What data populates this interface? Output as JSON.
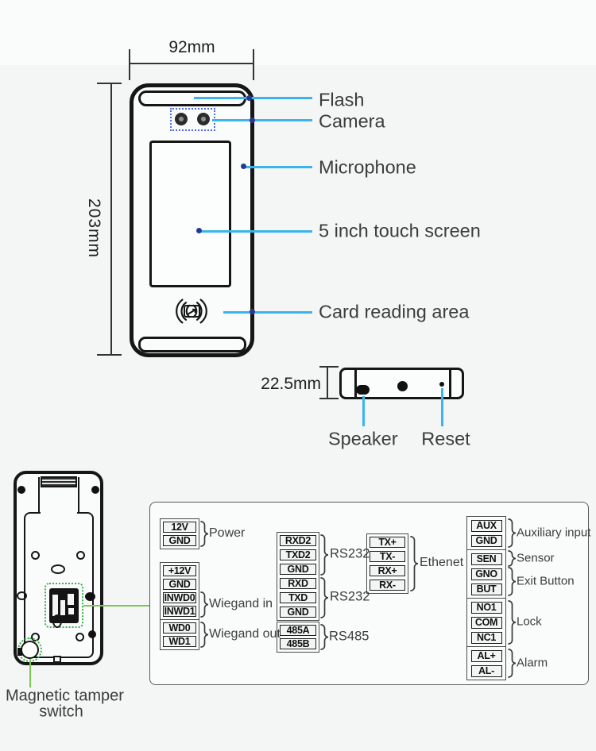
{
  "front_view": {
    "width_dim": "92mm",
    "height_dim": "203mm",
    "callouts": [
      "Flash",
      "Camera",
      "Microphone",
      "5 inch touch screen",
      "Card reading area"
    ]
  },
  "bottom_view": {
    "height_dim": "22.5mm",
    "callouts": [
      "Speaker",
      "Reset"
    ]
  },
  "back_view": {
    "callout_line1": "Magnetic tamper",
    "callout_line2": "switch"
  },
  "wiring_panel": {
    "stacks": [
      {
        "name": "power",
        "terminals": [
          "12V",
          "GND"
        ]
      },
      {
        "name": "wiegand-in",
        "terminals": [
          "+12V",
          "GND",
          "INWD0",
          "INWD1"
        ]
      },
      {
        "name": "wiegand-out",
        "terminals": [
          "WD0",
          "WD1"
        ]
      },
      {
        "name": "serial",
        "terminals": [
          "RXD2",
          "TXD2",
          "GND",
          "RXD",
          "TXD",
          "GND"
        ]
      },
      {
        "name": "rs485",
        "terminals": [
          "485A",
          "485B"
        ]
      },
      {
        "name": "ethernet",
        "terminals": [
          "TX+",
          "TX-",
          "RX+",
          "RX-"
        ]
      },
      {
        "name": "aux-input",
        "terminals": [
          "AUX",
          "GND"
        ]
      },
      {
        "name": "sensor-exit",
        "terminals": [
          "SEN",
          "GNO",
          "BUT"
        ]
      },
      {
        "name": "lock",
        "terminals": [
          "NO1",
          "COM",
          "NC1"
        ]
      },
      {
        "name": "alarm",
        "terminals": [
          "AL+",
          "AL-"
        ]
      }
    ],
    "groups": [
      {
        "label": "Power"
      },
      {
        "label": "Wiegand in"
      },
      {
        "label": "Wiegand out"
      },
      {
        "label": "RS232"
      },
      {
        "label": "RS232"
      },
      {
        "label": "RS485"
      },
      {
        "label": "Ethenet"
      },
      {
        "label": "Auxiliary input"
      },
      {
        "label": "Sensor"
      },
      {
        "label": "Exit Button"
      },
      {
        "label": "Lock"
      },
      {
        "label": "Alarm"
      }
    ]
  },
  "colors": {
    "callout_blue": "#3ab4ea",
    "callout_navy": "#273795",
    "green_line": "#7dc855",
    "green_dotted": "#3bb14a",
    "camera_dotted_blue": "#4a6cf0"
  }
}
